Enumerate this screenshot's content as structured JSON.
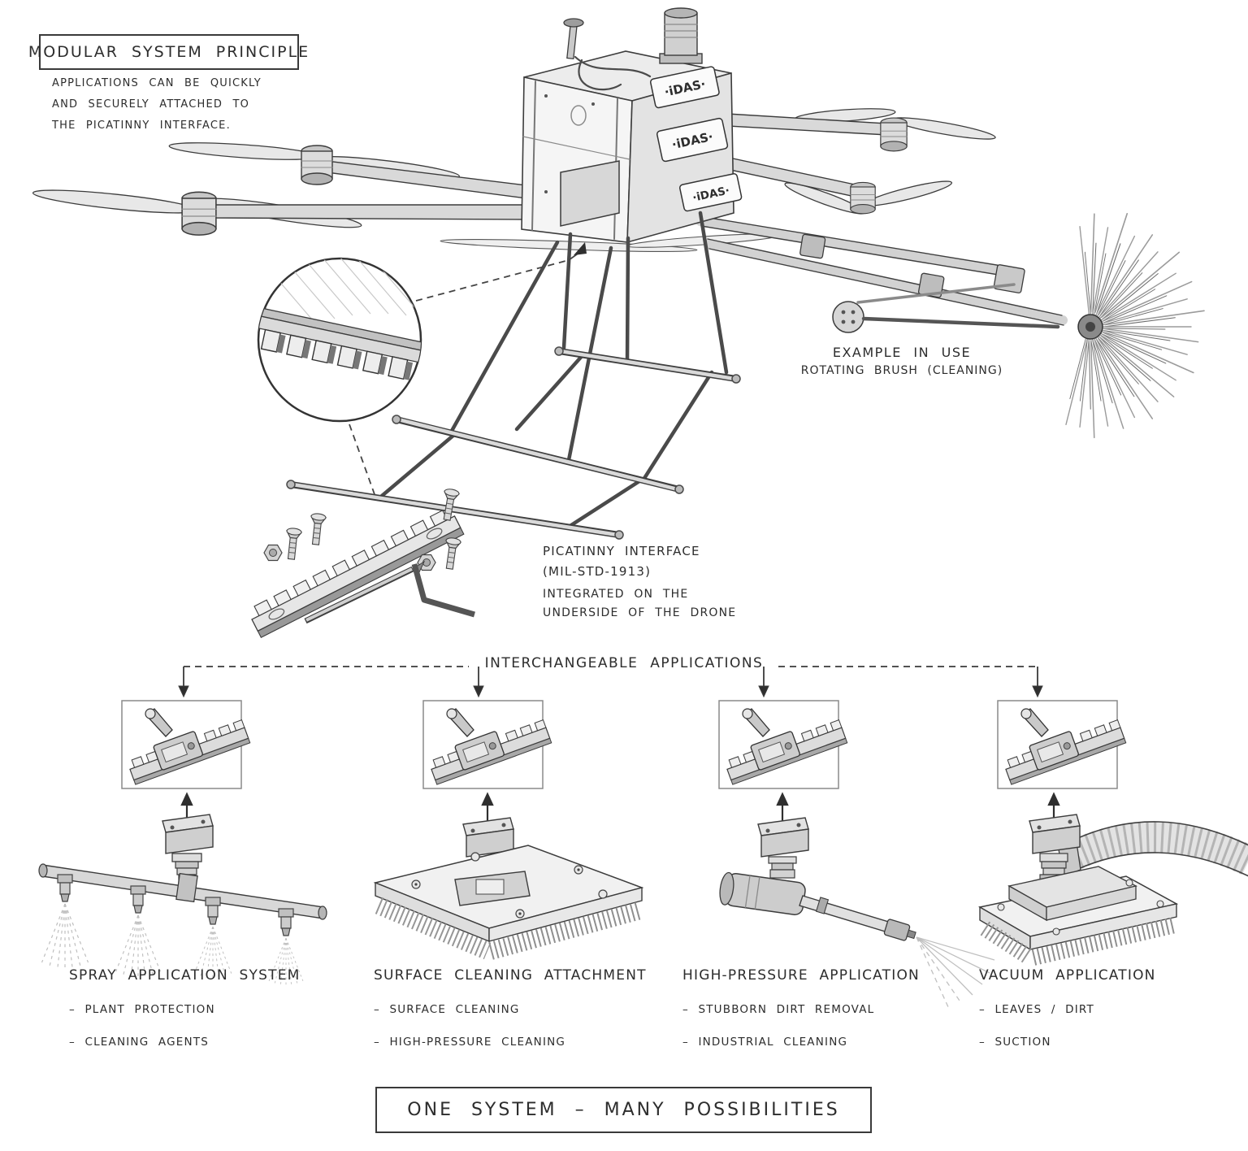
{
  "colors": {
    "ink": "#2d2d2d",
    "paper": "#ffffff",
    "light_gray": "#ececec",
    "mid_gray": "#cfcfcf"
  },
  "principle": {
    "title": "MODULAR SYSTEM PRINCIPLE",
    "line1": "APPLICATIONS CAN BE QUICKLY",
    "line2": "AND SECURELY ATTACHED TO",
    "line3": "THE PICATINNY INTERFACE."
  },
  "drone": {
    "brand": "·iDAS·",
    "example": {
      "line1": "EXAMPLE IN USE",
      "line2": "ROTATING BRUSH (CLEANING)"
    }
  },
  "picatinny": {
    "line1": "PICATINNY INTERFACE",
    "line2": "(MIL-STD-1913)",
    "line3": "INTEGRATED ON THE",
    "line4": "UNDERSIDE OF THE DRONE"
  },
  "header": {
    "label": "INTERCHANGEABLE APPLICATIONS"
  },
  "applications": [
    {
      "title": "SPRAY APPLICATION SYSTEM",
      "bullets": [
        "– PLANT PROTECTION",
        "– CLEANING AGENTS"
      ]
    },
    {
      "title": "SURFACE CLEANING ATTACHMENT",
      "bullets": [
        "– SURFACE CLEANING",
        "– HIGH-PRESSURE CLEANING"
      ]
    },
    {
      "title": "HIGH-PRESSURE APPLICATION",
      "bullets": [
        "– STUBBORN DIRT REMOVAL",
        "– INDUSTRIAL CLEANING"
      ]
    },
    {
      "title": "VACUUM APPLICATION",
      "bullets": [
        "– LEAVES / DIRT",
        "– SUCTION"
      ]
    }
  ],
  "footer": {
    "label": "ONE SYSTEM – MANY POSSIBILITIES"
  }
}
